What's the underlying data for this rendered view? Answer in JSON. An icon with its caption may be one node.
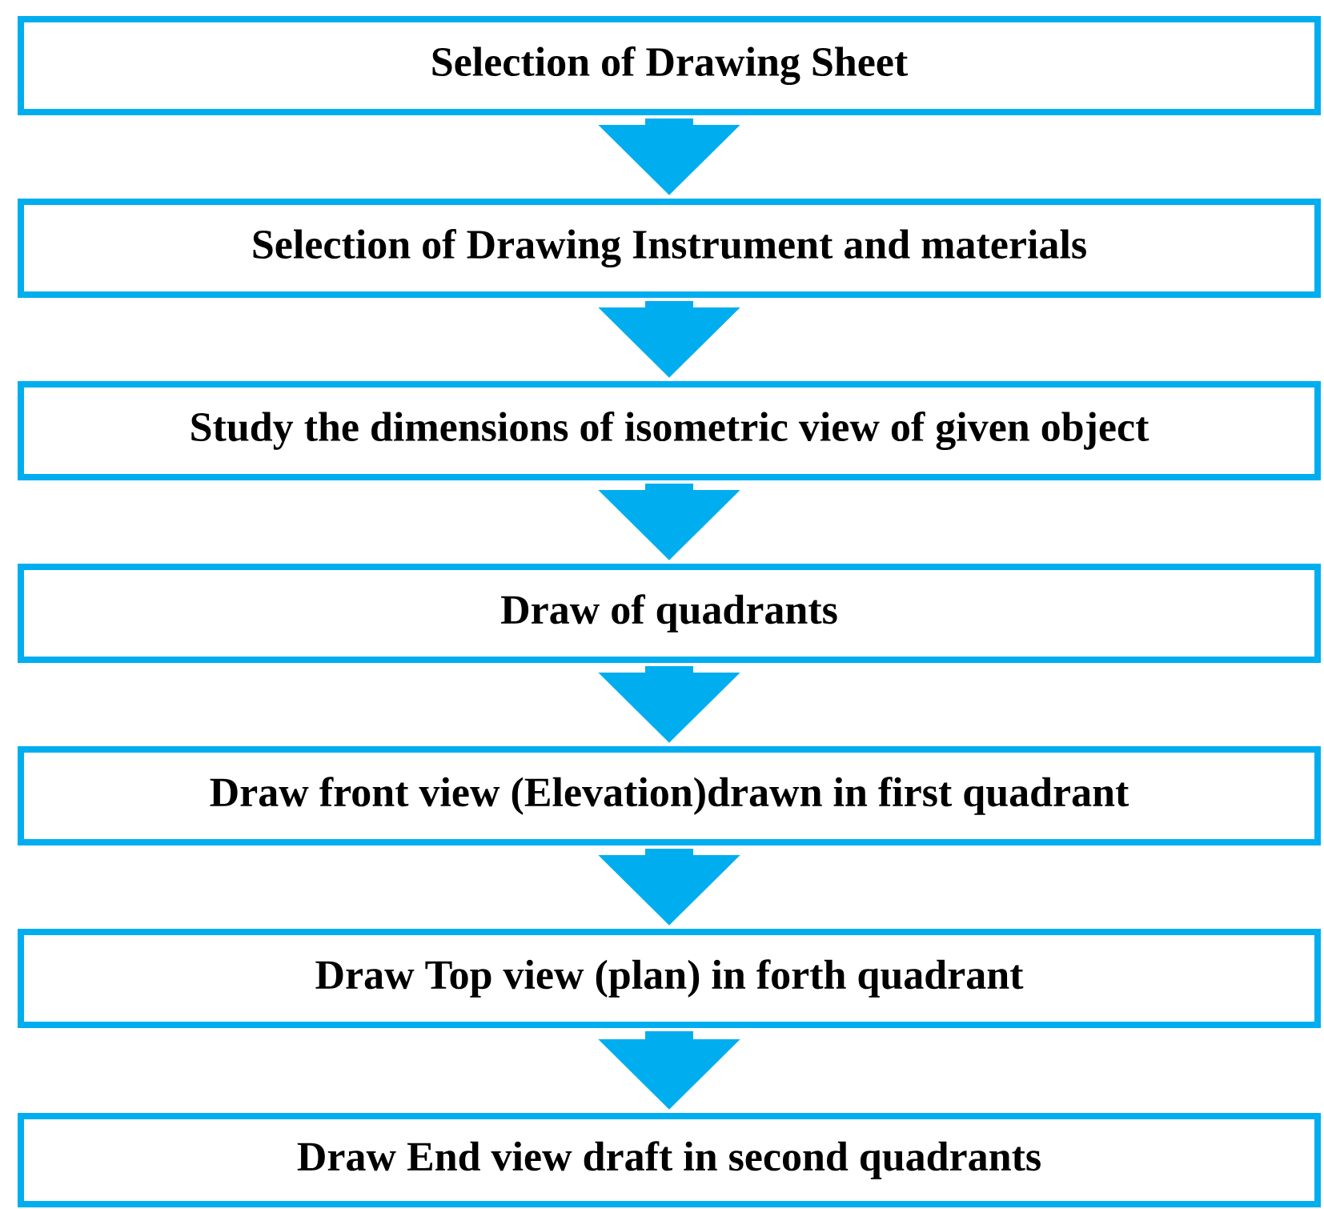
{
  "diagram": {
    "nodes": [
      {
        "text": [
          "Selection of Drawing Sheet"
        ]
      },
      {
        "text": [
          "Selection of Drawing Instrument and materials"
        ]
      },
      {
        "text": [
          "Study the dimensions of isometric view of given object"
        ]
      },
      {
        "text": [
          "Draw of quadrants"
        ]
      },
      {
        "text": [
          "Draw front view (Elevation)drawn in first quadrant"
        ]
      },
      {
        "text": [
          "Draw Top view (plan) in forth quadrant"
        ]
      },
      {
        "text": [
          "Draw End view draft in second quadrants"
        ]
      }
    ],
    "edges": [
      {
        "from": 0,
        "to": 1,
        "arrow": "to"
      },
      {
        "from": 1,
        "to": 2,
        "arrow": "to"
      },
      {
        "from": 2,
        "to": 3,
        "arrow": "to"
      },
      {
        "from": 3,
        "to": 4,
        "arrow": "to"
      },
      {
        "from": 4,
        "to": 5,
        "arrow": "to"
      },
      {
        "from": 5,
        "to": 6,
        "arrow": "to"
      }
    ]
  }
}
